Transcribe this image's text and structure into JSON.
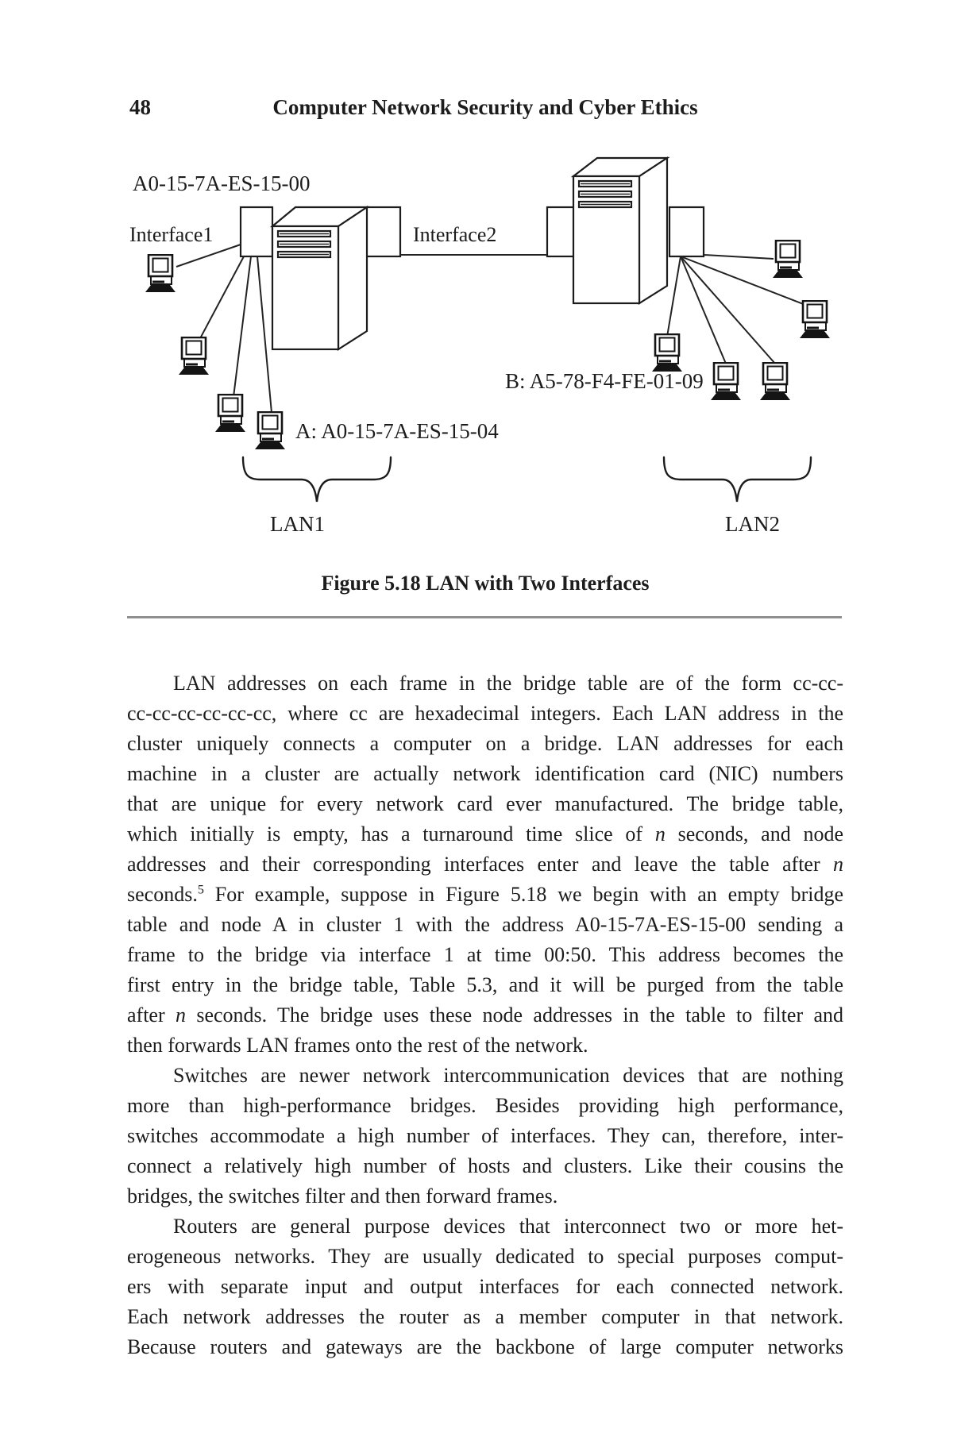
{
  "page": {
    "number": "48",
    "running_title": "Computer Network Security and Cyber Ethics"
  },
  "figure": {
    "caption": "Figure 5.18 LAN with Two Interfaces",
    "labels": {
      "bridge1_address": "A0-15-7A-ES-15-00",
      "interface1": "Interface1",
      "interface2": "Interface2",
      "node_a": "A: A0-15-7A-ES-15-04",
      "node_b": "B: A5-78-F4-FE-01-09",
      "lan1": "LAN1",
      "lan2": "LAN2"
    }
  },
  "body": {
    "lines": [
      {
        "seg": [
          "LAN addresses on each frame in the bridge table are of the form cc-cc-"
        ],
        "indent": true
      },
      {
        "seg": [
          "cc-cc-cc-cc-cc-cc, where cc are hexadecimal integers. Each LAN address in the"
        ]
      },
      {
        "seg": [
          "cluster uniquely connects a computer on a bridge. LAN addresses for each"
        ]
      },
      {
        "seg": [
          "machine in a cluster are actually network identification card (NIC) numbers"
        ]
      },
      {
        "seg": [
          "that are unique for every network card ever manufactured. The bridge table,"
        ]
      },
      {
        "seg": [
          "which initially is empty, has a turnaround time slice of ",
          {
            "t": "n",
            "s": "i"
          },
          " seconds, and node"
        ]
      },
      {
        "seg": [
          "addresses and their corresponding interfaces enter and leave the table after ",
          {
            "t": "n",
            "s": "i"
          }
        ]
      },
      {
        "seg": [
          "seconds.",
          {
            "t": "5",
            "s": "sup"
          },
          " For example, suppose in Figure 5.18 we begin with an empty bridge"
        ]
      },
      {
        "seg": [
          "table and node A in cluster 1 with the address A0-15-7A-ES-15-00 sending a"
        ]
      },
      {
        "seg": [
          "frame to the bridge via interface 1 at time 00:50. This address becomes the"
        ]
      },
      {
        "seg": [
          "first entry in the bridge table, Table 5.3, and it will be purged from the table"
        ]
      },
      {
        "seg": [
          "after ",
          {
            "t": "n",
            "s": "i"
          },
          " seconds. The bridge uses these node addresses in the table to filter and"
        ]
      },
      {
        "seg": [
          "then forwards LAN frames onto the rest of the network."
        ],
        "last": true
      },
      {
        "seg": [
          "Switches are newer network intercommunication devices that are nothing"
        ],
        "indent": true
      },
      {
        "seg": [
          "more than high-performance bridges. Besides providing high performance,"
        ]
      },
      {
        "seg": [
          "switches accommodate a high number of interfaces. They can, therefore, inter-"
        ]
      },
      {
        "seg": [
          "connect a relatively high number of hosts and clusters. Like their cousins the"
        ]
      },
      {
        "seg": [
          "bridges, the switches filter and then forward frames."
        ],
        "last": true
      },
      {
        "seg": [
          "Routers are general purpose devices that interconnect two or more het-"
        ],
        "indent": true
      },
      {
        "seg": [
          "erogeneous networks. They are usually dedicated to special purposes comput-"
        ]
      },
      {
        "seg": [
          "ers with separate input and output interfaces for each connected network."
        ]
      },
      {
        "seg": [
          "Each network addresses the router as a member computer in that network."
        ]
      },
      {
        "seg": [
          "Because routers and gateways are the backbone of large computer networks"
        ]
      }
    ]
  }
}
